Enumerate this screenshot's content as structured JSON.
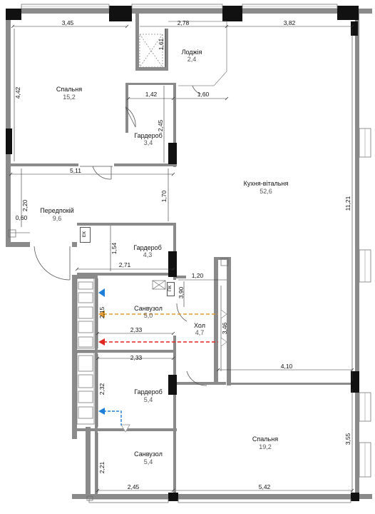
{
  "rooms": {
    "bedroom_top": {
      "name": "Спальня",
      "area": "15,2"
    },
    "loggia": {
      "name": "Лоджія",
      "area": "2,4"
    },
    "kitchen": {
      "name": "Кухня-вітальня",
      "area": "52,6"
    },
    "wardrobe_1": {
      "name": "Гардероб",
      "area": "3,4"
    },
    "hallway_entry": {
      "name": "Передпокій",
      "area": "9,6"
    },
    "wardrobe_2": {
      "name": "Гардероб",
      "area": "4,3"
    },
    "bathroom_1": {
      "name": "Санвузол",
      "area": "5,0"
    },
    "hall": {
      "name": "Хол",
      "area": "4,7"
    },
    "wardrobe_3": {
      "name": "Гардероб",
      "area": "5,4"
    },
    "bedroom_bottom": {
      "name": "Спальня",
      "area": "19,2"
    },
    "bathroom_2": {
      "name": "Санвузол",
      "area": "5,4"
    }
  },
  "dimensions": {
    "d345": "3,45",
    "d278": "2,78",
    "d382": "3,82",
    "d161": "1,61",
    "d442": "4,42",
    "d142": "1,42",
    "d160": "1,60",
    "d245": "2,45",
    "d1121": "11,21",
    "d511": "5,11",
    "d220": "2,20",
    "d170": "1,70",
    "d060": "0,60",
    "d154": "1,54",
    "d271": "2,71",
    "d120": "1,20",
    "d390": "3,90",
    "d215": "2,15",
    "d233a": "2,33",
    "d346": "3,46",
    "d410": "4,10",
    "d233b": "2,33",
    "d232": "2,32",
    "d355": "3,55",
    "d221": "2,21",
    "d245b": "2,45",
    "d542": "5,42"
  },
  "tags": {
    "ek": "ЕК",
    "pk": "ПК"
  },
  "colors": {
    "wall": "#7a7a7a",
    "column": "#111111",
    "orange": "#e39a2d",
    "red": "#e0261e",
    "blue": "#1e7fd9"
  }
}
